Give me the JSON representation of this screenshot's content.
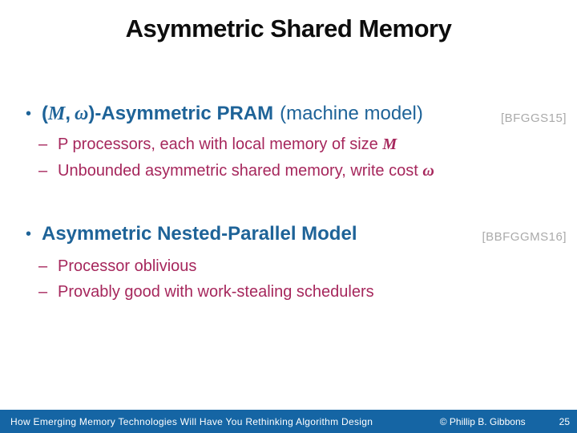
{
  "title": "Asymmetric Shared Memory",
  "colors": {
    "heading_blue": "#1E6398",
    "body_pink": "#A6275C",
    "citation_gray": "#AAAAAA",
    "title_color": "#0D0D0D",
    "footer_bg": "#1565A4",
    "footer_text": "#FFFFFF"
  },
  "content": {
    "bullet_char": "•",
    "dash_char": "–",
    "bullet1": {
      "open": "(",
      "var1": "M",
      "comma": ",",
      "var2": "ω",
      "close": ")",
      "bold": "-Asymmetric PRAM",
      "normal": "(machine model)",
      "citation": "[BFGGS15]"
    },
    "sub1": {
      "pre": "P processors, each with local memory of size ",
      "math": "M"
    },
    "sub2": {
      "pre": "Unbounded asymmetric shared memory, write cost ",
      "math": "ω"
    },
    "bullet2": {
      "bold": "Asymmetric Nested-Parallel Model",
      "citation": "[BBFGGMS16]"
    },
    "sub3": {
      "text": "Processor oblivious"
    },
    "sub4": {
      "text": "Provably good with work-stealing schedulers"
    }
  },
  "footer": {
    "left": "How Emerging Memory Technologies Will Have You Rethinking Algorithm Design",
    "credit": "© Phillip B. Gibbons",
    "page": "25"
  }
}
